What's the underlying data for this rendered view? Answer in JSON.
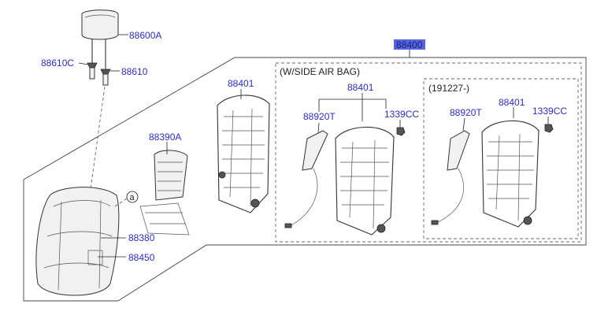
{
  "labels": {
    "headrest": "88600A",
    "guide_left": "88610C",
    "guide_right": "88610",
    "assembly": "88400",
    "frame_main": "88401",
    "pad": "88390A",
    "cover": "88380",
    "heater": "88450",
    "ref_a": "a",
    "group_airbag_title": "(W/SIDE AIR BAG)",
    "group_airbag_frame": "88401",
    "group_airbag_module": "88920T",
    "group_airbag_nut": "1339CC",
    "group_date_title": "(191227-)",
    "group_date_module": "88920T",
    "group_date_frame": "88401",
    "group_date_nut": "1339CC"
  }
}
